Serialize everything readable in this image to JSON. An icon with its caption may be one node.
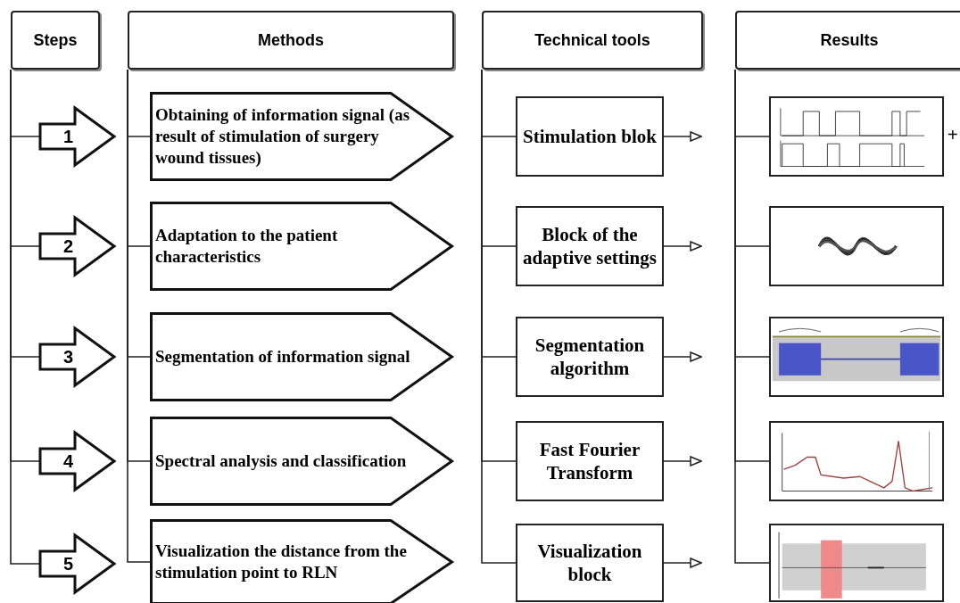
{
  "diagram": {
    "nodes": [
      {
        "text": [
          "Steps"
        ]
      },
      {
        "text": [
          "Methods"
        ]
      },
      {
        "text": [
          "Technical tools"
        ]
      },
      {
        "text": [
          "Results"
        ]
      },
      {
        "text": [
          "1"
        ]
      },
      {
        "text": [
          "2"
        ]
      },
      {
        "text": [
          "3"
        ]
      },
      {
        "text": [
          "4"
        ]
      },
      {
        "text": [
          "5"
        ]
      },
      {
        "text": [
          "Obtaining of information signal (as result of stimulation of surgery wound tissues)"
        ]
      },
      {
        "text": [
          "Adaptation to the patient characteristics"
        ]
      },
      {
        "text": [
          "Segmentation of information signal"
        ]
      },
      {
        "text": [
          "Spectral analysis and classification"
        ]
      },
      {
        "text": [
          "Visualization the distance from the stimulation point to RLN"
        ]
      },
      {
        "text": [
          "Stimulation blok"
        ]
      },
      {
        "text": [
          "Block of the adaptive settings"
        ]
      },
      {
        "text": [
          "Segmentation algorithm"
        ]
      },
      {
        "text": [
          "Fast Fourier Transform"
        ]
      },
      {
        "text": [
          "Visualization block"
        ]
      },
      {
        "text": [],
        "shape": "picture"
      },
      {
        "text": [],
        "shape": "picture"
      },
      {
        "text": [],
        "shape": "picture"
      },
      {
        "text": [],
        "shape": "picture"
      },
      {
        "text": [],
        "shape": "picture"
      }
    ],
    "edges": [
      {
        "from": 0,
        "to": 4,
        "arrow": "none"
      },
      {
        "from": 0,
        "to": 5,
        "arrow": "none"
      },
      {
        "from": 0,
        "to": 6,
        "arrow": "none"
      },
      {
        "from": 0,
        "to": 7,
        "arrow": "none"
      },
      {
        "from": 0,
        "to": 8,
        "arrow": "none"
      },
      {
        "from": 1,
        "to": 9,
        "arrow": "none"
      },
      {
        "from": 1,
        "to": 10,
        "arrow": "none"
      },
      {
        "from": 1,
        "to": 11,
        "arrow": "none"
      },
      {
        "from": 1,
        "to": 12,
        "arrow": "none"
      },
      {
        "from": 1,
        "to": 13,
        "arrow": "none"
      },
      {
        "from": 2,
        "to": 14,
        "arrow": "none"
      },
      {
        "from": 2,
        "to": 15,
        "arrow": "none"
      },
      {
        "from": 2,
        "to": 16,
        "arrow": "none"
      },
      {
        "from": 2,
        "to": 17,
        "arrow": "none"
      },
      {
        "from": 2,
        "to": 18,
        "arrow": "none"
      },
      {
        "from": 14,
        "to": null,
        "arrow": "to"
      },
      {
        "from": 15,
        "to": null,
        "arrow": "to"
      },
      {
        "from": 16,
        "to": null,
        "arrow": "to"
      },
      {
        "from": 17,
        "to": null,
        "arrow": "to"
      },
      {
        "from": 18,
        "to": null,
        "arrow": "to"
      },
      {
        "from": 3,
        "to": 19,
        "arrow": "none"
      },
      {
        "from": 3,
        "to": 20,
        "arrow": "none"
      },
      {
        "from": 3,
        "to": 21,
        "arrow": "none"
      },
      {
        "from": 3,
        "to": 22,
        "arrow": "none"
      },
      {
        "from": 3,
        "to": 23,
        "arrow": "none"
      }
    ],
    "labels": [
      "+"
    ]
  }
}
